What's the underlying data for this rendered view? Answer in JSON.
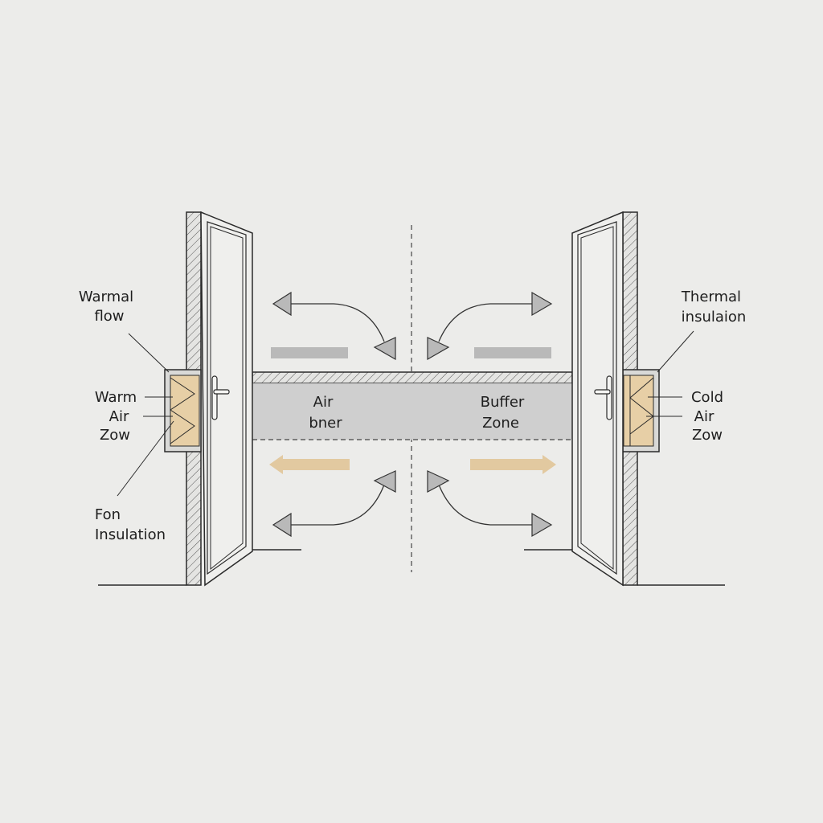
{
  "labels": {
    "left_top": [
      "Warmal",
      "flow"
    ],
    "left_mid": [
      "Warm",
      "Air",
      "Zow"
    ],
    "left_bottom": [
      "Fon",
      "Insulation"
    ],
    "right_top": [
      "Thermal",
      "insulaion"
    ],
    "right_mid": [
      "Cold",
      "Air",
      "Zow"
    ],
    "center_left": [
      "Air",
      "bner"
    ],
    "center_right": [
      "Buffer",
      "Zone"
    ]
  },
  "colors": {
    "background": "#ececea",
    "line": "#2a2a2a",
    "buffer_zone": "#cfcfcf",
    "gray_arrow": "#b9b9b9",
    "tan_arrow": "#e2c9a0",
    "insulation": "#e7cfa6"
  }
}
